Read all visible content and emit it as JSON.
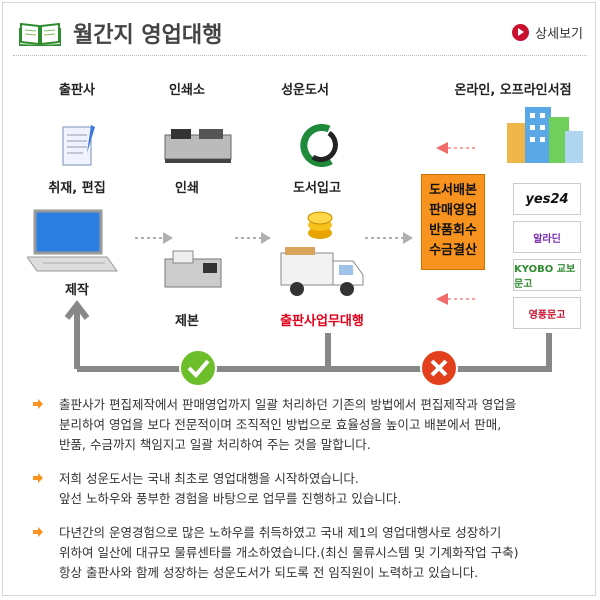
{
  "header": {
    "title": "월간지 영업대행",
    "detail_label": "상세보기"
  },
  "diagram": {
    "columns": [
      "출판사",
      "인쇄소",
      "성운도서",
      "온라인, 오프라인서점"
    ],
    "labels": {
      "edit": "취재, 편집",
      "print": "인쇄",
      "stock": "도서입고",
      "produce": "제작",
      "bind": "제본",
      "agency": "출판사업무대행"
    },
    "services": [
      "도서배본",
      "판매영업",
      "반품회수",
      "수금결산"
    ],
    "stores": [
      "yes24",
      "알라딘",
      "KYOBO 교보문고",
      "영풍문고"
    ]
  },
  "paragraphs": [
    [
      "출판사가 편집제작에서 판매영업까지 일괄 처리하던 기존의 방법에서 편집제작과 영업을",
      "분리하여 영업을 보다 전문적이며 조직적인 방법으로 효율성을 높이고 배본에서 판매,",
      "반품, 수금까지 책임지고 일괄 처리하여 주는 것을 말합니다."
    ],
    [
      "저희 성운도서는 국내 최초로 영업대행을 시작하였습니다.",
      "앞선 노하우와 풍부한 경험을 바탕으로 업무를 진행하고 있습니다."
    ],
    [
      "다년간의 운영경험으로 많은 노하우를 취득하였고 국내 제1의 영업대행사로  성장하기",
      "위하여 일산에 대규모 물류센타를 개소하였습니다.(최신 물류시스템 및 기계화작업 구축)",
      "항상 출판사와 함께 성장하는 성운도서가 되도록 전 임직원이 노력하고 있습니다."
    ]
  ],
  "colors": {
    "accent": "#c8102e",
    "orange": "#f7931e",
    "check": "#6cbf2a",
    "cross": "#e2401c",
    "arrow": "#aaaaaa"
  }
}
